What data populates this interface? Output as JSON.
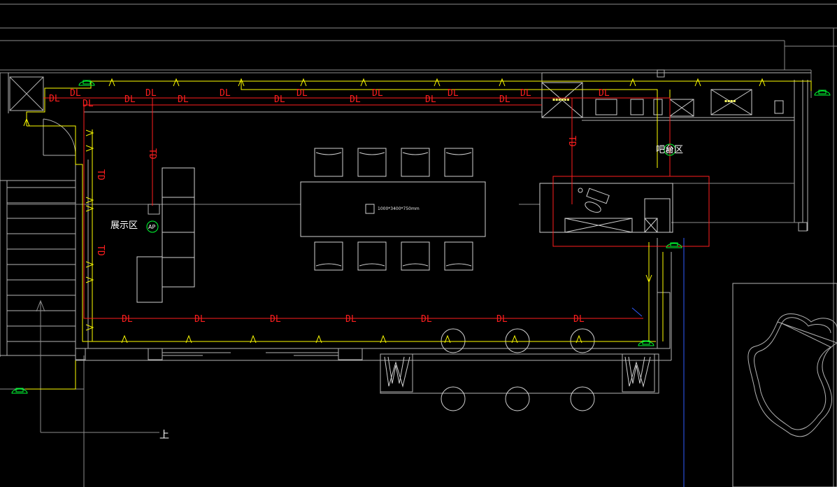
{
  "labels": {
    "zone_display": "展示区",
    "zone_bar": "吧台区",
    "table_dim": "1000*3400*750mm",
    "stair_up": "上",
    "ap": "AP",
    "td": "TD",
    "dl": "DL"
  },
  "colors": {
    "background": "#000000",
    "wall": "#b4b4b4",
    "electrical_yellow": "#ffff00",
    "data_red": "#ff1e1e",
    "ap_green": "#00ff33",
    "boundary_blue": "#2f5cff"
  },
  "icons": {
    "ceiling_light": "lamp-symbol",
    "access_point": "ap-circle-symbol",
    "socket": "yellow-arrow-symbol"
  }
}
